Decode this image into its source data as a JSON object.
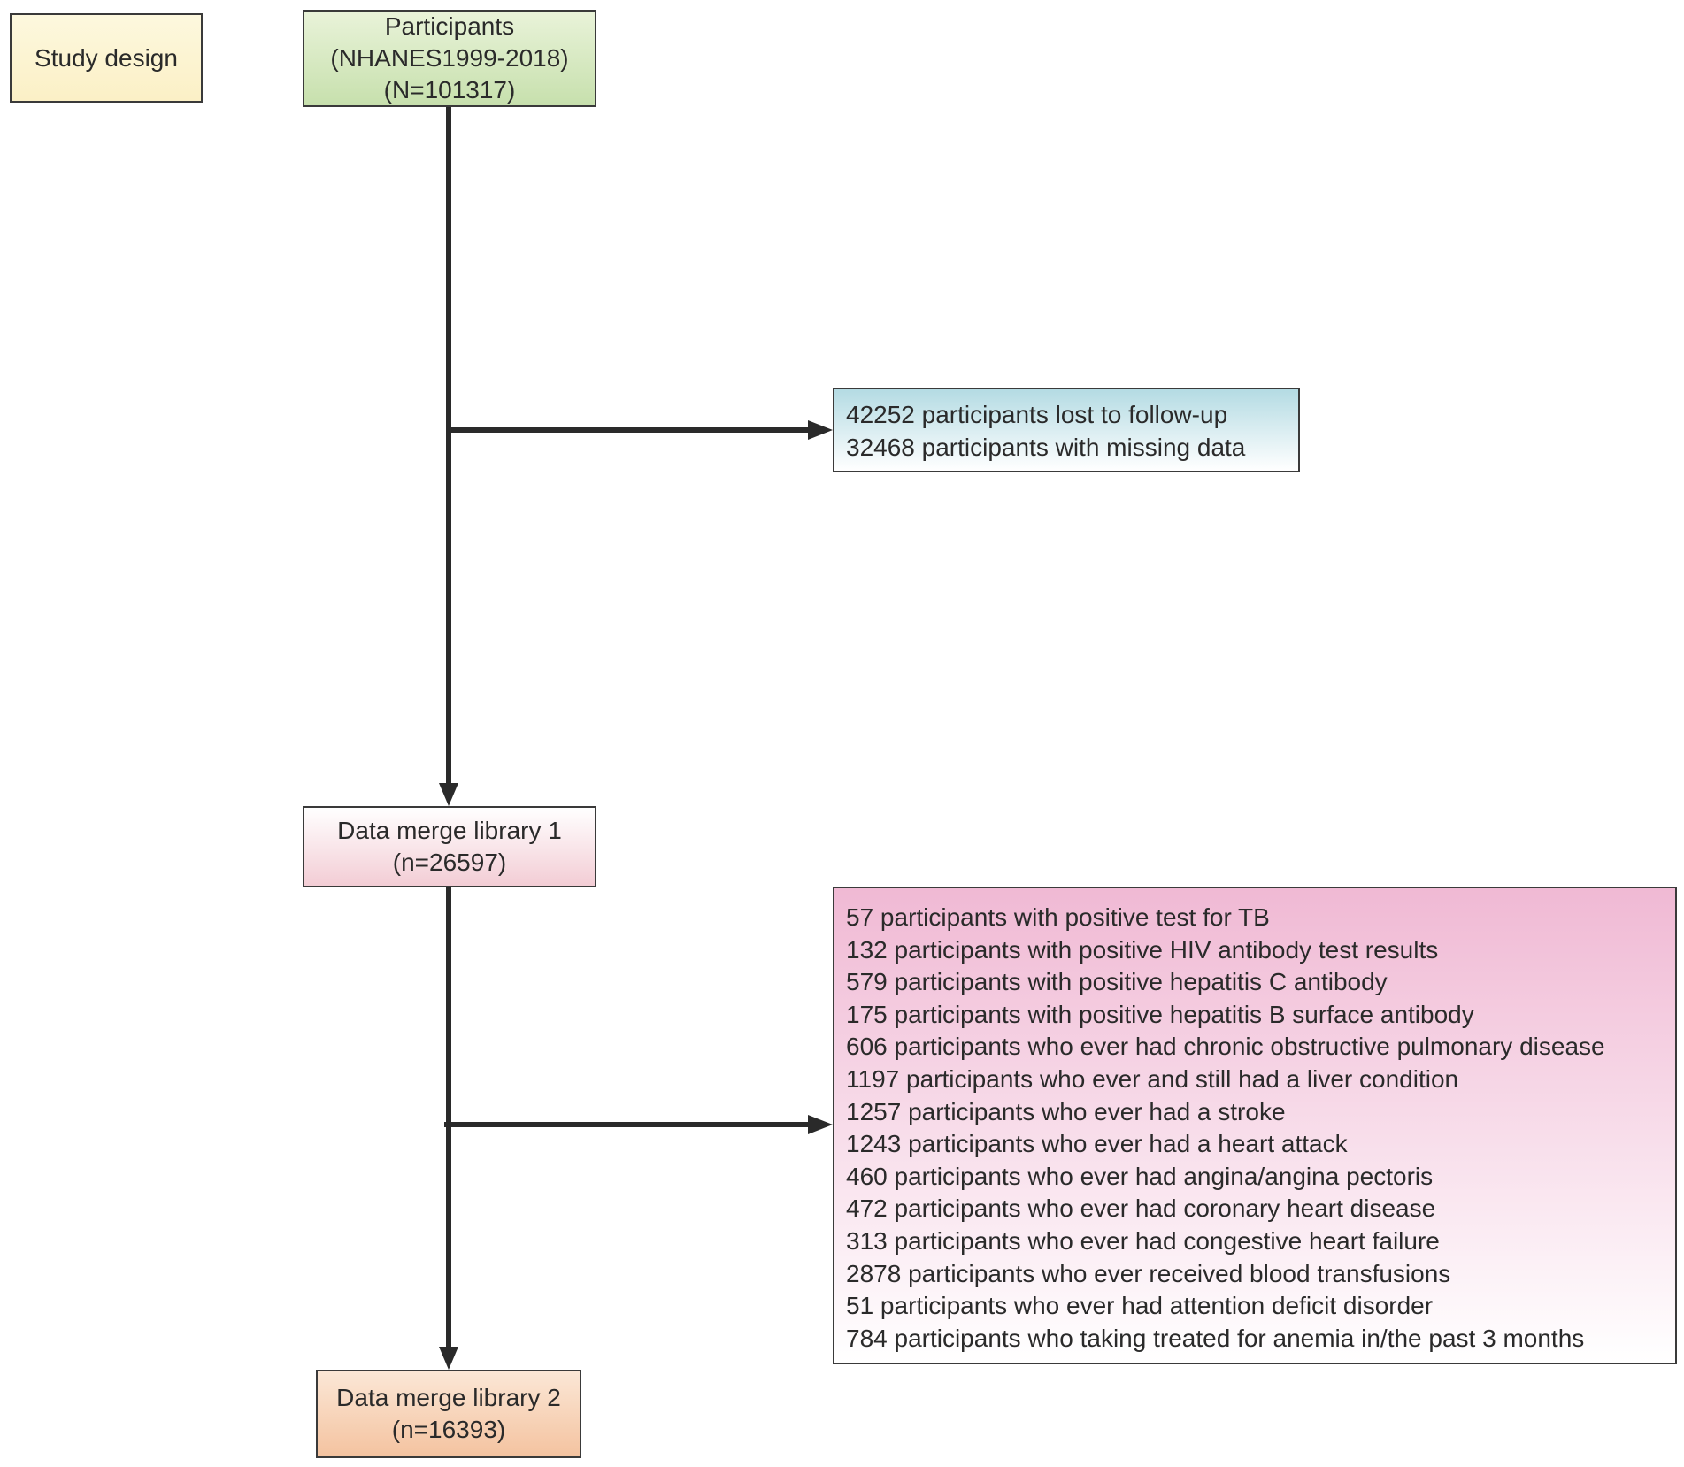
{
  "diagram": {
    "study_design": {
      "label": "Study design"
    },
    "participants": {
      "line1": "Participants",
      "line2": "(NHANES1999-2018)",
      "line3": "(N=101317)"
    },
    "first_exclusion": {
      "items": [
        "42252 participants lost to follow-up",
        "32468 participants with missing data"
      ]
    },
    "merge_library_1": {
      "line1": "Data merge library 1",
      "line2": "(n=26597)"
    },
    "second_exclusion": {
      "items": [
        "57 participants with positive test for TB",
        "132 participants with positive HIV antibody test results",
        "579 participants with positive hepatitis C antibody",
        "175 participants with positive hepatitis B surface antibody",
        "606 participants who ever had chronic obstructive pulmonary disease",
        "1197 participants who ever and still had a liver condition",
        "1257 participants who ever had a stroke",
        "1243 participants who ever had a heart attack",
        "460 participants who ever had angina/angina pectoris",
        "472 participants who ever had coronary heart disease",
        "313 participants who ever had congestive heart failure",
        "2878 participants who ever received blood transfusions",
        "51 participants who ever had attention deficit disorder",
        "784 participants who taking treated for anemia in/the past 3 months"
      ]
    },
    "merge_library_2": {
      "line1": "Data merge library 2",
      "line2": "(n=16393)"
    }
  }
}
